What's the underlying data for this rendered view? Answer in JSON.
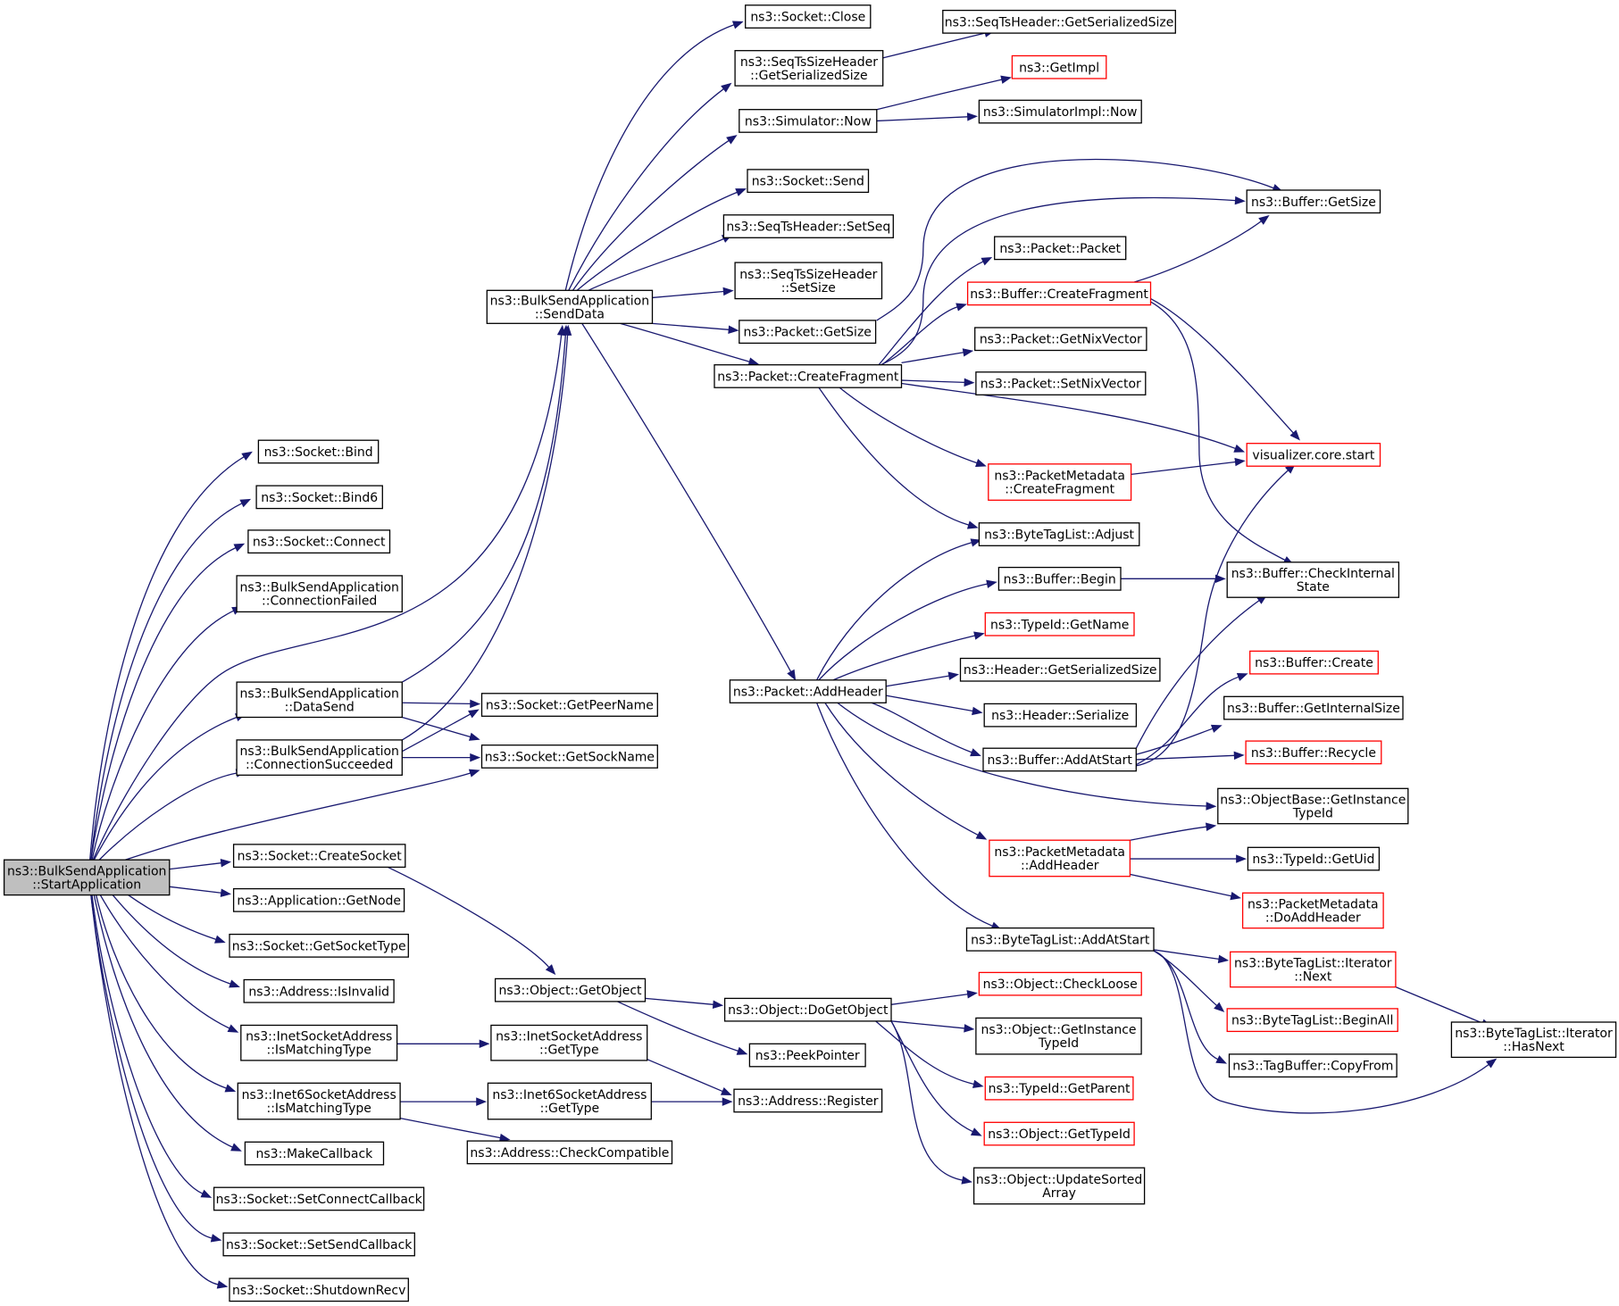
{
  "colors": {
    "edge": "#191970",
    "root_fill": "#bfbfbf",
    "red_border": "#ff0000",
    "border": "#000000"
  },
  "nodes": {
    "start": {
      "lines": [
        "ns3::BulkSendApplication",
        "::StartApplication"
      ],
      "style": "root"
    },
    "bind": {
      "lines": [
        "ns3::Socket::Bind"
      ]
    },
    "bind6": {
      "lines": [
        "ns3::Socket::Bind6"
      ]
    },
    "connect": {
      "lines": [
        "ns3::Socket::Connect"
      ]
    },
    "connfailed": {
      "lines": [
        "ns3::BulkSendApplication",
        "::ConnectionFailed"
      ]
    },
    "datasend": {
      "lines": [
        "ns3::BulkSendApplication",
        "::DataSend"
      ]
    },
    "connsucc": {
      "lines": [
        "ns3::BulkSendApplication",
        "::ConnectionSucceeded"
      ]
    },
    "createsocket": {
      "lines": [
        "ns3::Socket::CreateSocket"
      ]
    },
    "getnode": {
      "lines": [
        "ns3::Application::GetNode"
      ]
    },
    "getsockettype": {
      "lines": [
        "ns3::Socket::GetSocketType"
      ]
    },
    "isinvalid": {
      "lines": [
        "ns3::Address::IsInvalid"
      ]
    },
    "inet_match": {
      "lines": [
        "ns3::InetSocketAddress",
        "::IsMatchingType"
      ]
    },
    "inet6_match": {
      "lines": [
        "ns3::Inet6SocketAddress",
        "::IsMatchingType"
      ]
    },
    "makecallback": {
      "lines": [
        "ns3::MakeCallback"
      ]
    },
    "setconnectcb": {
      "lines": [
        "ns3::Socket::SetConnectCallback"
      ]
    },
    "setsendcb": {
      "lines": [
        "ns3::Socket::SetSendCallback"
      ]
    },
    "shutdownrecv": {
      "lines": [
        "ns3::Socket::ShutdownRecv"
      ]
    },
    "senddata": {
      "lines": [
        "ns3::BulkSendApplication",
        "::SendData"
      ]
    },
    "getpeername": {
      "lines": [
        "ns3::Socket::GetPeerName"
      ]
    },
    "getsockname": {
      "lines": [
        "ns3::Socket::GetSockName"
      ]
    },
    "getobject": {
      "lines": [
        "ns3::Object::GetObject"
      ]
    },
    "inet_gettype": {
      "lines": [
        "ns3::InetSocketAddress",
        "::GetType"
      ]
    },
    "inet6_gettype": {
      "lines": [
        "ns3::Inet6SocketAddress",
        "::GetType"
      ]
    },
    "checkcompat": {
      "lines": [
        "ns3::Address::CheckCompatible"
      ]
    },
    "close": {
      "lines": [
        "ns3::Socket::Close"
      ]
    },
    "seqts_getser": {
      "lines": [
        "ns3::SeqTsSizeHeader",
        "::GetSerializedSize"
      ]
    },
    "simnow": {
      "lines": [
        "ns3::Simulator::Now"
      ]
    },
    "send": {
      "lines": [
        "ns3::Socket::Send"
      ]
    },
    "setseq": {
      "lines": [
        "ns3::SeqTsHeader::SetSeq"
      ]
    },
    "setsize": {
      "lines": [
        "ns3::SeqTsSizeHeader",
        "::SetSize"
      ]
    },
    "pkt_getsize": {
      "lines": [
        "ns3::Packet::GetSize"
      ]
    },
    "pkt_createfrag": {
      "lines": [
        "ns3::Packet::CreateFragment"
      ]
    },
    "addheader": {
      "lines": [
        "ns3::Packet::AddHeader"
      ]
    },
    "dogetobject": {
      "lines": [
        "ns3::Object::DoGetObject"
      ]
    },
    "peekpointer": {
      "lines": [
        "ns3::PeekPointer"
      ]
    },
    "addr_register": {
      "lines": [
        "ns3::Address::Register"
      ]
    },
    "seqtsheader_getser": {
      "lines": [
        "ns3::SeqTsHeader::GetSerializedSize"
      ]
    },
    "getimpl": {
      "lines": [
        "ns3::GetImpl"
      ],
      "style": "red"
    },
    "simimpl_now": {
      "lines": [
        "ns3::SimulatorImpl::Now"
      ]
    },
    "pkt_packet": {
      "lines": [
        "ns3::Packet::Packet"
      ]
    },
    "buf_createfrag": {
      "lines": [
        "ns3::Buffer::CreateFragment"
      ],
      "style": "red"
    },
    "getnixvector": {
      "lines": [
        "ns3::Packet::GetNixVector"
      ]
    },
    "setnixvector": {
      "lines": [
        "ns3::Packet::SetNixVector"
      ]
    },
    "pm_createfrag": {
      "lines": [
        "ns3::PacketMetadata",
        "::CreateFragment"
      ],
      "style": "red"
    },
    "btl_adjust": {
      "lines": [
        "ns3::ByteTagList::Adjust"
      ]
    },
    "buf_begin": {
      "lines": [
        "ns3::Buffer::Begin"
      ]
    },
    "typeid_getname": {
      "lines": [
        "ns3::TypeId::GetName"
      ],
      "style": "red"
    },
    "header_getser": {
      "lines": [
        "ns3::Header::GetSerializedSize"
      ]
    },
    "header_serialize": {
      "lines": [
        "ns3::Header::Serialize"
      ]
    },
    "buf_addatstart": {
      "lines": [
        "ns3::Buffer::AddAtStart"
      ]
    },
    "pm_addheader": {
      "lines": [
        "ns3::PacketMetadata",
        "::AddHeader"
      ],
      "style": "red"
    },
    "btl_addatstart": {
      "lines": [
        "ns3::ByteTagList::AddAtStart"
      ]
    },
    "obj_checkloose": {
      "lines": [
        "ns3::Object::CheckLoose"
      ],
      "style": "red"
    },
    "obj_getinsttypeid": {
      "lines": [
        "ns3::Object::GetInstance",
        "TypeId"
      ]
    },
    "typeid_getparent": {
      "lines": [
        "ns3::TypeId::GetParent"
      ],
      "style": "red"
    },
    "obj_gettypeid": {
      "lines": [
        "ns3::Object::GetTypeId"
      ],
      "style": "red"
    },
    "obj_updatesorted": {
      "lines": [
        "ns3::Object::UpdateSorted",
        "Array"
      ]
    },
    "buf_getsize": {
      "lines": [
        "ns3::Buffer::GetSize"
      ]
    },
    "viz_start": {
      "lines": [
        "visualizer.core.start"
      ],
      "style": "red"
    },
    "buf_checkinternal": {
      "lines": [
        "ns3::Buffer::CheckInternal",
        "State"
      ]
    },
    "buf_create": {
      "lines": [
        "ns3::Buffer::Create"
      ],
      "style": "red"
    },
    "buf_getinternalsize": {
      "lines": [
        "ns3::Buffer::GetInternalSize"
      ]
    },
    "buf_recycle": {
      "lines": [
        "ns3::Buffer::Recycle"
      ],
      "style": "red"
    },
    "objbase_getinsttypeid": {
      "lines": [
        "ns3::ObjectBase::GetInstance",
        "TypeId"
      ]
    },
    "typeid_getuid": {
      "lines": [
        "ns3::TypeId::GetUid"
      ]
    },
    "pm_doaddheader": {
      "lines": [
        "ns3::PacketMetadata",
        "::DoAddHeader"
      ],
      "style": "red"
    },
    "btl_iter_next": {
      "lines": [
        "ns3::ByteTagList::Iterator",
        "::Next"
      ],
      "style": "red"
    },
    "btl_beginall": {
      "lines": [
        "ns3::ByteTagList::BeginAll"
      ],
      "style": "red"
    },
    "tagbuf_copyfrom": {
      "lines": [
        "ns3::TagBuffer::CopyFrom"
      ]
    },
    "btl_iter_hasnext": {
      "lines": [
        "ns3::ByteTagList::Iterator",
        "::HasNext"
      ]
    }
  }
}
